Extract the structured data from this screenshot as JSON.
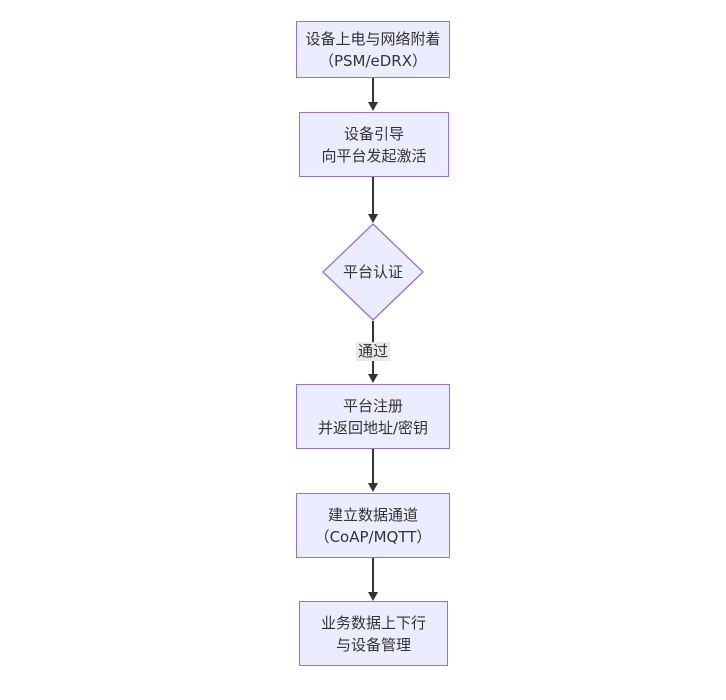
{
  "diagram": {
    "type": "flowchart",
    "direction": "top-down",
    "colors": {
      "node_fill": "#ECECFF",
      "node_border": "#9370DB",
      "edge_color": "#333333",
      "edge_label_bg": "#e8e8e8",
      "text_color": "#333333"
    },
    "nodes": [
      {
        "id": "power-attach",
        "shape": "rect",
        "lines": [
          "设备上电与网络附着",
          "（PSM/eDRX）"
        ]
      },
      {
        "id": "bootstrap",
        "shape": "rect",
        "lines": [
          "设备引导",
          "向平台发起激活"
        ]
      },
      {
        "id": "platform-auth",
        "shape": "diamond",
        "lines": [
          "平台认证"
        ]
      },
      {
        "id": "platform-register",
        "shape": "rect",
        "lines": [
          "平台注册",
          "并返回地址/密钥"
        ]
      },
      {
        "id": "data-channel",
        "shape": "rect",
        "lines": [
          "建立数据通道",
          "（CoAP/MQTT）"
        ]
      },
      {
        "id": "business-data",
        "shape": "rect",
        "lines": [
          "业务数据上下行",
          "与设备管理"
        ]
      }
    ],
    "edges": [
      {
        "from": "power-attach",
        "to": "bootstrap",
        "label": ""
      },
      {
        "from": "bootstrap",
        "to": "platform-auth",
        "label": ""
      },
      {
        "from": "platform-auth",
        "to": "platform-register",
        "label": "通过"
      },
      {
        "from": "platform-register",
        "to": "data-channel",
        "label": ""
      },
      {
        "from": "data-channel",
        "to": "business-data",
        "label": ""
      }
    ]
  }
}
